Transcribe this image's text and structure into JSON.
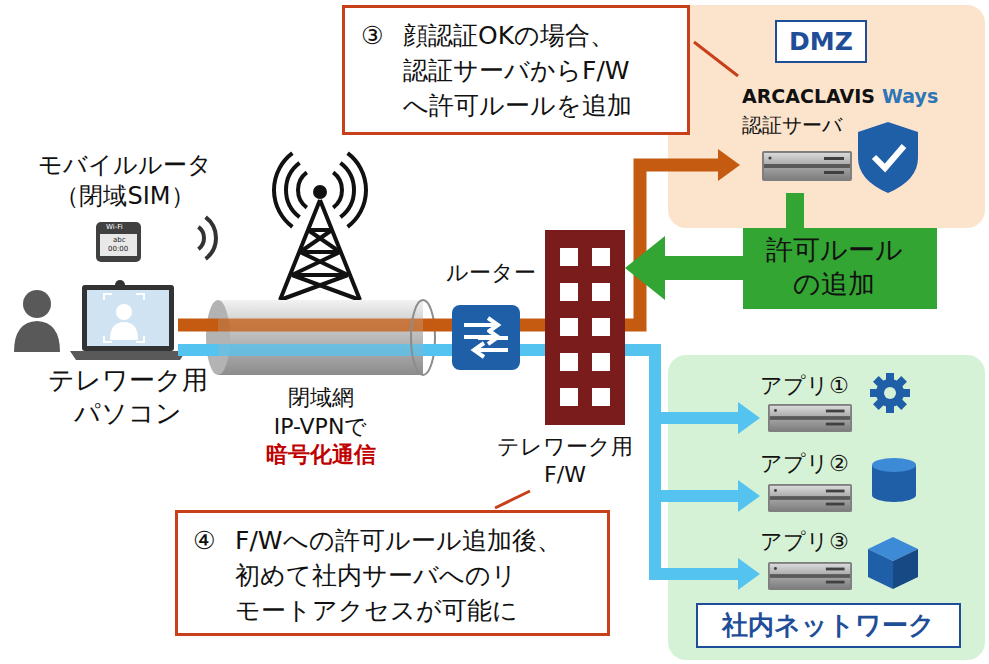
{
  "diagram": {
    "nodes": [
      {
        "text": [
          "③",
          "顔認証OKの場合、 認証サーバからF/W へ許可ルールを追加"
        ]
      },
      {
        "text": [
          "DMZ"
        ]
      },
      {
        "text": [
          "ARCACLAVIS",
          "Ways",
          "認証サーバ"
        ],
        "in": 1
      },
      {
        "text": [
          "モバイルルータ （閉域SIM）"
        ]
      },
      {
        "text": [
          "テレワーク用 パソコン"
        ]
      },
      {
        "text": [
          "閉域網 IP-VPNで",
          "暗号化通信"
        ]
      },
      {
        "text": [
          "ルーター"
        ]
      },
      {
        "text": [
          "テレワーク用 F/W"
        ]
      },
      {
        "text": [
          "許可ルール の追加"
        ]
      },
      {
        "text": [
          "社内ネットワーク"
        ]
      },
      {
        "text": [
          "アプリ①"
        ],
        "in": 9
      },
      {
        "text": [
          "アプリ②"
        ],
        "in": 9
      },
      {
        "text": [
          "アプリ③"
        ],
        "in": 9
      },
      {
        "text": [
          "④",
          "F/Wへの許可ルール追加後、 初めて社内サーバへのリ モートアクセスが可能に"
        ]
      }
    ],
    "edges": [
      {
        "from": 4,
        "to": 5,
        "arrow": "none"
      },
      {
        "from": 4,
        "to": 5,
        "arrow": "none"
      },
      {
        "from": 5,
        "to": 6,
        "arrow": "none"
      },
      {
        "from": 5,
        "to": 6,
        "arrow": "none"
      },
      {
        "from": 6,
        "to": 7,
        "arrow": "none"
      },
      {
        "from": 6,
        "to": 7,
        "arrow": "none"
      },
      {
        "from": 7,
        "to": 2,
        "arrow": "to"
      },
      {
        "from": 7,
        "to": 10,
        "arrow": "to"
      },
      {
        "from": 7,
        "to": 11,
        "arrow": "to"
      },
      {
        "from": 7,
        "to": 12,
        "arrow": "to"
      },
      {
        "from": 2,
        "to": 8,
        "arrow": "none"
      },
      {
        "from": 8,
        "to": 7,
        "arrow": "to"
      }
    ],
    "labels": [
      "Wi-Fi",
      "abc",
      "00:00"
    ]
  }
}
